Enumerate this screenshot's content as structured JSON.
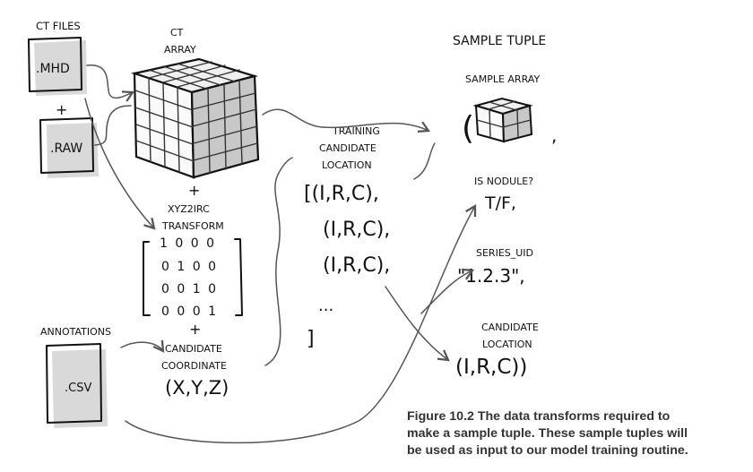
{
  "left": {
    "ct_files_label": "CT FILES",
    "mhd_label": ".MHD",
    "plus1": "+",
    "raw_label": ".RAW",
    "ct_array_label_1": "CT",
    "ct_array_label_2": "ARRAY",
    "plus2": "+",
    "transform_label_1": "XYZ2IRC",
    "transform_label_2": "TRANSFORM",
    "matrix_rows": [
      "1 0 0 0",
      "0 1 0 0",
      "0 0 1 0",
      "0 0 0 1"
    ],
    "plus3": "+",
    "annotations_label": "ANNOTATIONS",
    "csv_label": ".CSV",
    "candidate_coord_1": "CANDIDATE",
    "candidate_coord_2": "COORDINATE",
    "xyz": "(X,Y,Z)"
  },
  "middle": {
    "training_1": "TRAINING",
    "training_2": "CANDIDATE",
    "training_3": "LOCATION",
    "list_items": [
      "[(I,R,C),",
      "(I,R,C),",
      "(I,R,C),"
    ],
    "ellipsis": "...",
    "close_bracket": "]"
  },
  "right": {
    "sample_tuple": "SAMPLE TUPLE",
    "sample_array": "SAMPLE ARRAY",
    "array_paren_open": "(",
    "array_comma": ",",
    "is_nodule": "IS NODULE?",
    "tf": "T/F,",
    "series_uid": "SERIES_UID",
    "series_value": "\"1.2.3\",",
    "candidate_location_1": "CANDIDATE",
    "candidate_location_2": "LOCATION",
    "irc_final": "(I,R,C))"
  },
  "caption": {
    "line1": "Figure 10.2   The data transforms required to",
    "line2": "make a sample tuple. These sample tuples will",
    "line3": "be used as input to our model training routine."
  }
}
